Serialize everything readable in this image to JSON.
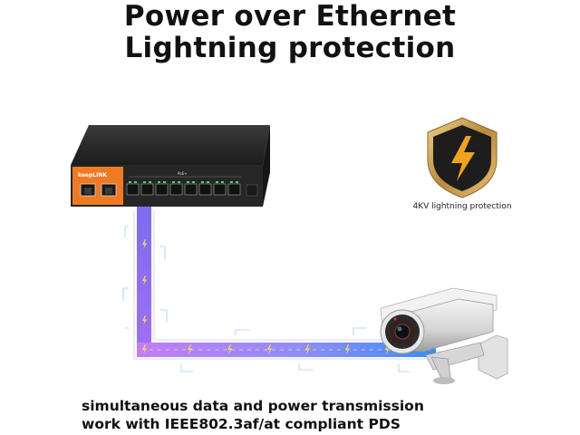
{
  "headline": {
    "line1": "Power over Ethernet",
    "line2": "Lightning protection"
  },
  "shield": {
    "caption": "4KV lightning protection",
    "icon": "lightning-shield-icon",
    "colors": {
      "outer": "#c9a253",
      "inner": "#1d1d1d",
      "bolt": "#f2a21a"
    }
  },
  "switch": {
    "brand": "keepLINK",
    "poe_label": "PoE+",
    "uplink_ports": 2,
    "poe_ports": 8,
    "colors": {
      "body": "#262626",
      "panel": "#ef7a22"
    }
  },
  "cable": {
    "colors": {
      "vertical": "#8f63f2",
      "horizontal_start": "#c57cf5",
      "horizontal_end": "#3c8cf5"
    },
    "bolt_icon": "lightning-bolt-icon"
  },
  "camera": {
    "icon": "cctv-camera-icon"
  },
  "bottom": {
    "line1": "simultaneous data and power transmission",
    "line2": "work with IEEE802.3af/at compliant PDS"
  }
}
